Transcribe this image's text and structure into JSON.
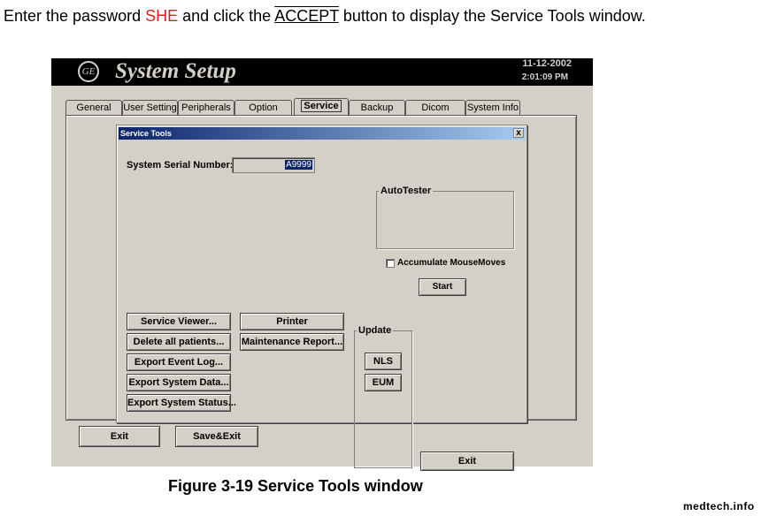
{
  "instruction": {
    "part1": "Enter the password ",
    "password": "SHE",
    "part2": " and click the ",
    "accept": "ACCEPT",
    "part3": " button to display the Service Tools window."
  },
  "app": {
    "logo": "GE",
    "title": "System Setup",
    "date": "11-12-2002",
    "time": "2:01:09 PM"
  },
  "tabs": [
    {
      "label": "General"
    },
    {
      "label": "User Setting"
    },
    {
      "label": "Peripherals"
    },
    {
      "label": "Option"
    },
    {
      "label": "Service",
      "active": true
    },
    {
      "label": "Backup"
    },
    {
      "label": "Dicom"
    },
    {
      "label": "System Info"
    }
  ],
  "dialog": {
    "title": "Service Tools",
    "close": "x",
    "serial_label": "System Serial Number:",
    "serial_value": "A9999",
    "autotester": {
      "label": "AutoTester",
      "checkbox_label": "Accumulate MouseMoves",
      "checked": false,
      "start": "Start"
    },
    "left_buttons": [
      "Service Viewer...",
      "Delete all patients...",
      "Export Event Log...",
      "Export System Data...",
      "Export System Status..."
    ],
    "mid_buttons": [
      "Printer",
      "Maintenance Report..."
    ],
    "update": {
      "label": "Update",
      "buttons": [
        "NLS",
        "EUM"
      ]
    },
    "exit": "Exit"
  },
  "bottom_buttons": {
    "exit": "Exit",
    "save_exit": "Save&Exit"
  },
  "caption": "Figure 3-19  Service Tools window",
  "watermark": "medtech.info"
}
